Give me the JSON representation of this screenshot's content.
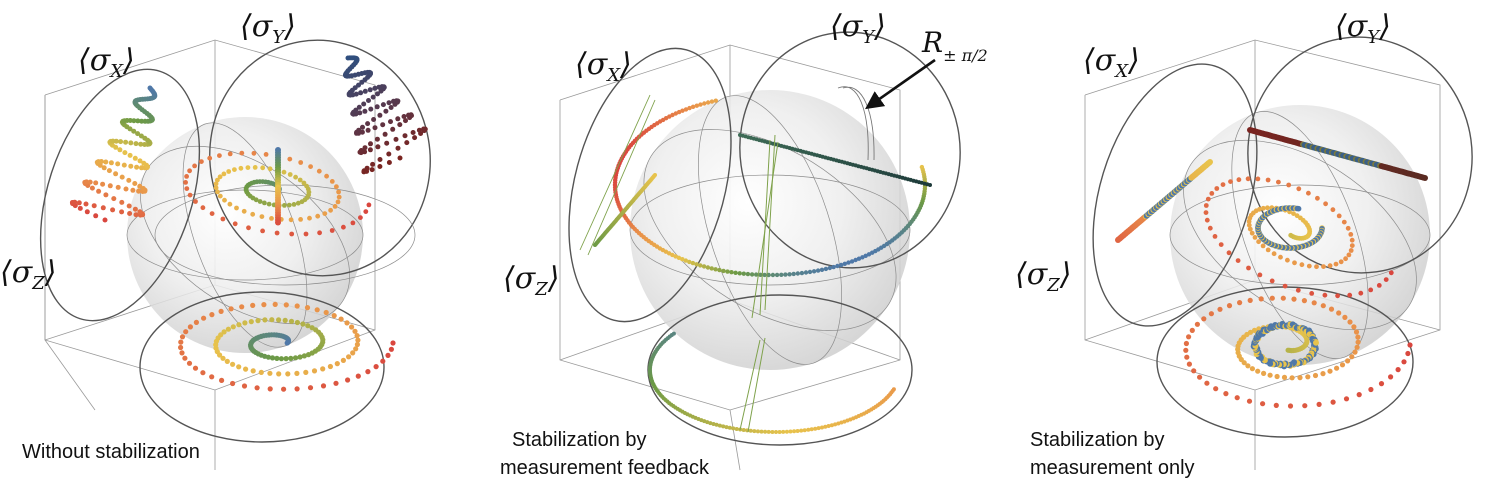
{
  "panels": [
    {
      "id": "without",
      "caption_lines": [
        "Without stabilization"
      ],
      "labels": {
        "sx": "X",
        "sy": "Y",
        "sz": "Z"
      }
    },
    {
      "id": "feedback",
      "caption_lines": [
        "Stabilization by",
        "measurement feedback"
      ],
      "labels": {
        "sx": "X",
        "sy": "Y",
        "sz": "Z"
      },
      "annotation": {
        "symbol": "R",
        "subscript": "± π/2"
      }
    },
    {
      "id": "measurement",
      "caption_lines": [
        "Stabilization by",
        "measurement only"
      ],
      "labels": {
        "sx": "X",
        "sy": "Y",
        "sz": "Z"
      }
    }
  ],
  "sigma_symbol": "σ",
  "colors": {
    "red": "#d9463e",
    "orange": "#e9904a",
    "yellow": "#e8c34c",
    "green": "#6c9a45",
    "blue": "#4f78a8",
    "dark_red": "#7a2420",
    "sphere": "#e6e6e6",
    "line_green": "#7fa24c"
  }
}
